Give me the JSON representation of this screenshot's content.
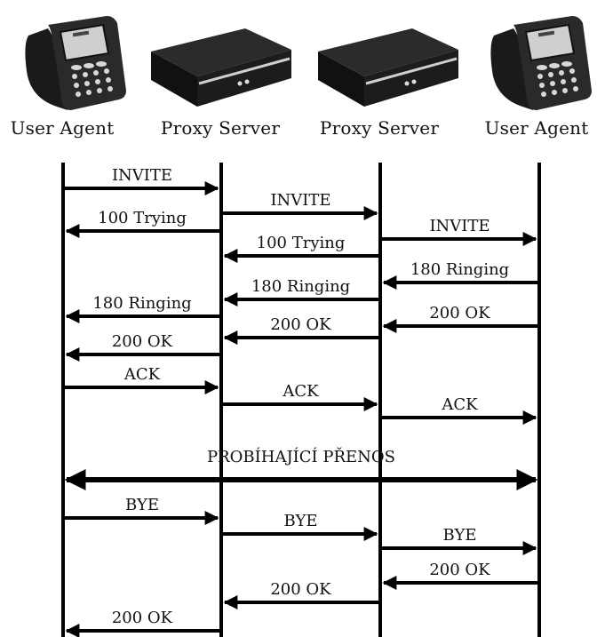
{
  "entities": [
    {
      "label": "User Agent",
      "icon": "phone-icon"
    },
    {
      "label": "Proxy Server",
      "icon": "server-icon"
    },
    {
      "label": "Proxy Server",
      "icon": "server-icon"
    },
    {
      "label": "User Agent",
      "icon": "phone-icon"
    }
  ],
  "messages": [
    {
      "label": "INVITE",
      "from": 0,
      "to": 1
    },
    {
      "label": "INVITE",
      "from": 1,
      "to": 2
    },
    {
      "label": "100 Trying",
      "from": 1,
      "to": 0
    },
    {
      "label": "INVITE",
      "from": 2,
      "to": 3
    },
    {
      "label": "100 Trying",
      "from": 2,
      "to": 1
    },
    {
      "label": "180 Ringing",
      "from": 3,
      "to": 2
    },
    {
      "label": "180 Ringing",
      "from": 2,
      "to": 1
    },
    {
      "label": "180 Ringing",
      "from": 1,
      "to": 0
    },
    {
      "label": "200 OK",
      "from": 3,
      "to": 2
    },
    {
      "label": "200 OK",
      "from": 2,
      "to": 1
    },
    {
      "label": "200 OK",
      "from": 1,
      "to": 0
    },
    {
      "label": "ACK",
      "from": 0,
      "to": 1
    },
    {
      "label": "ACK",
      "from": 1,
      "to": 2
    },
    {
      "label": "ACK",
      "from": 2,
      "to": 3
    },
    {
      "label": "PROBÍHAJÍCÍ PŘENOS",
      "from": 0,
      "to": 3,
      "bidirectional": true
    },
    {
      "label": "BYE",
      "from": 0,
      "to": 1
    },
    {
      "label": "BYE",
      "from": 1,
      "to": 2
    },
    {
      "label": "BYE",
      "from": 2,
      "to": 3
    },
    {
      "label": "200 OK",
      "from": 3,
      "to": 2
    },
    {
      "label": "200 OK",
      "from": 2,
      "to": 1
    },
    {
      "label": "200 OK",
      "from": 1,
      "to": 0
    }
  ]
}
